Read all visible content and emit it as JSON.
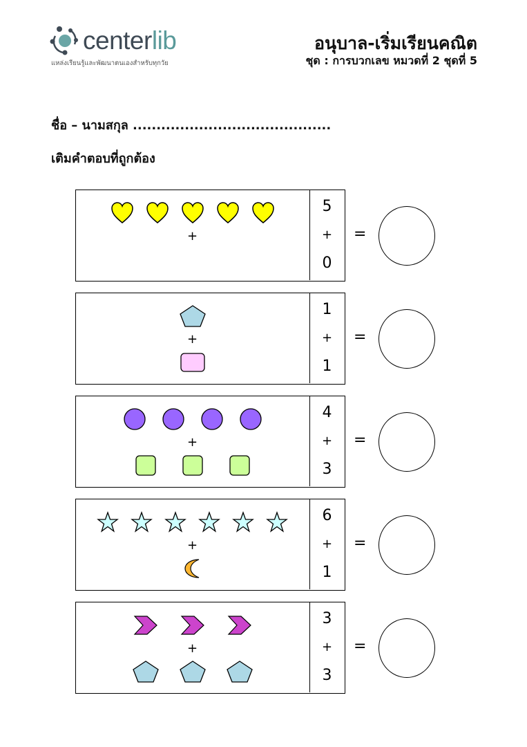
{
  "logo": {
    "brand_a": "center",
    "brand_b": "lib",
    "tagline": "แหล่งเรียนรู้และพัฒนาตนเองสำหรับทุกวัย"
  },
  "header": {
    "title": "อนุบาล-เริ่มเรียนคณิต",
    "subtitle": "ชุด : การบวกเลข หมวดที่ 2 ชุดที่ 5"
  },
  "name_label": "ชื่อ – นามสกุล ..........................................",
  "instruction": "เติมคำตอบที่ถูกต้อง",
  "plus": "+",
  "equals": "=",
  "colors": {
    "heart": "#ffff00",
    "pentagon": "#add8e6",
    "pink_rect": "#ffccff",
    "purple_circle": "#9966ff",
    "green_square": "#ccff99",
    "star": "#ccffff",
    "moon": "#ffb732",
    "chevron": "#cc44cc"
  },
  "problems": [
    {
      "top_count": 5,
      "top_shape": "heart",
      "bottom_count": 0,
      "bottom_shape": "",
      "a": "5",
      "b": "0"
    },
    {
      "top_count": 1,
      "top_shape": "pentagon",
      "bottom_count": 1,
      "bottom_shape": "pink_rect",
      "a": "1",
      "b": "1"
    },
    {
      "top_count": 4,
      "top_shape": "purple_circle",
      "bottom_count": 3,
      "bottom_shape": "green_square",
      "a": "4",
      "b": "3"
    },
    {
      "top_count": 6,
      "top_shape": "star",
      "bottom_count": 1,
      "bottom_shape": "moon",
      "a": "6",
      "b": "1"
    },
    {
      "top_count": 3,
      "top_shape": "chevron",
      "bottom_count": 3,
      "bottom_shape": "pentagon",
      "a": "3",
      "b": "3"
    }
  ]
}
